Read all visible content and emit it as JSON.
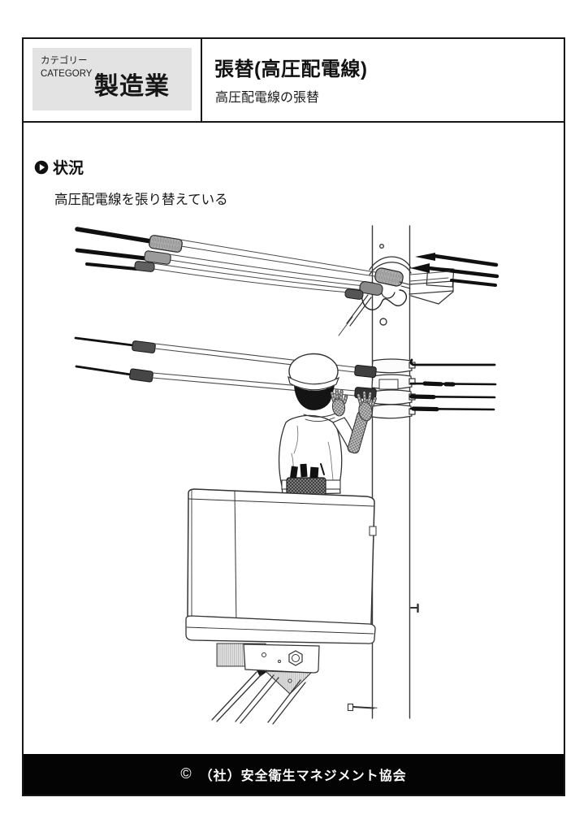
{
  "page": {
    "background": "#ffffff",
    "frame_color": "#161616"
  },
  "header": {
    "category": {
      "label_jp": "カテゴリー",
      "label_en": "CATEGORY",
      "value": "製造業",
      "box_color": "#e3e3e3"
    },
    "title": "張替(高圧配電線)",
    "subtitle": "高圧配電線の張替"
  },
  "situation": {
    "icon": "play-circle-icon",
    "heading": "状況",
    "body": "高圧配電線を張り替えている"
  },
  "illustration": {
    "description": "電柱の高圧配電線を高所作業車のバケット上から張り替えている作業員の線画"
  },
  "footer": {
    "copyright_symbol": "©",
    "organization": "（社）安全衛生マネジメント協会",
    "bar_color": "#040404",
    "text_color": "#ffffff"
  }
}
